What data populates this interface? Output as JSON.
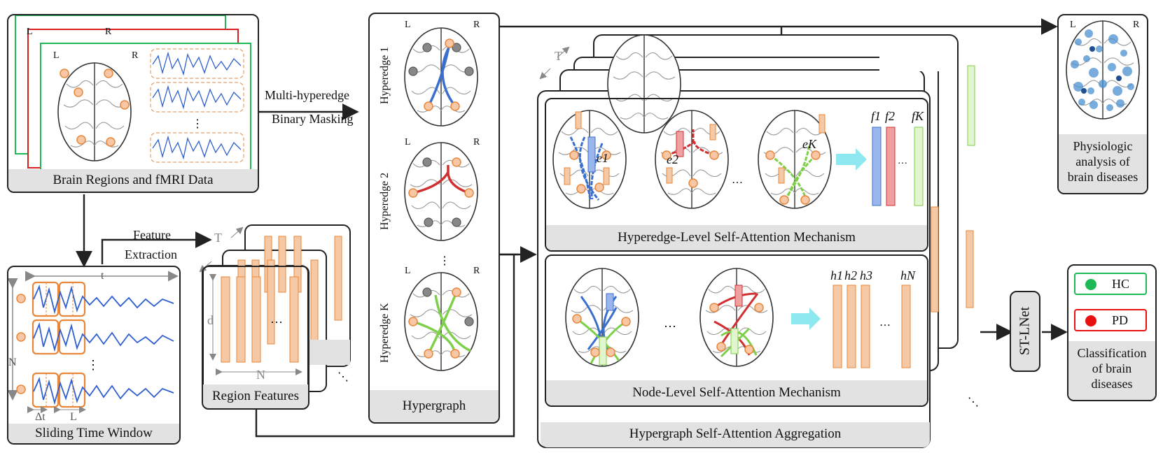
{
  "panels": {
    "brain_regions": "Brain Regions and fMRI Data",
    "sliding_window": "Sliding Time Window",
    "region_features": "Region Features",
    "hypergraph": "Hypergraph",
    "hyperedge_attention": "Hyperedge-Level Self-Attention Mechanism",
    "node_attention": "Node-Level Self-Attention Mechanism",
    "aggregation": "Hypergraph Self-Attention Aggregation",
    "physiologic": "Physiologic analysis of brain diseases",
    "classification": "Classification of brain diseases"
  },
  "arrows": {
    "masking_line1": "Multi-hyperedge",
    "masking_line2": "Binary Masking",
    "feature_line1": "Feature",
    "feature_line2": "Extraction"
  },
  "hyperedges": [
    "Hyperedge 1",
    "Hyperedge 2",
    "Hyperedge K"
  ],
  "axes": {
    "t": "t",
    "T": "T",
    "N": "N",
    "d": "d",
    "dt": "Δt",
    "L": "L"
  },
  "hem": {
    "left": "L",
    "right": "R"
  },
  "edge_labels": [
    "e1",
    "e2",
    "eK"
  ],
  "feature_labels": [
    "f1",
    "f2",
    "fK"
  ],
  "node_labels": [
    "h1",
    "h2",
    "h3",
    "hN"
  ],
  "model": "ST-LNet",
  "classes": [
    {
      "label": "HC",
      "color": "#1db954"
    },
    {
      "label": "PD",
      "color": "#e81010"
    }
  ],
  "ellipsis": "…",
  "colors": {
    "signal": "#2f5fd0",
    "orange": "#e8873a",
    "feature_bar": "#f6c9a6",
    "edge1": "#3a6fd0",
    "edge2": "#d03030",
    "edgeK": "#7ed04a",
    "cyan_arrow": "#8ee8f0",
    "caption_bg": "#e2e2e2"
  }
}
